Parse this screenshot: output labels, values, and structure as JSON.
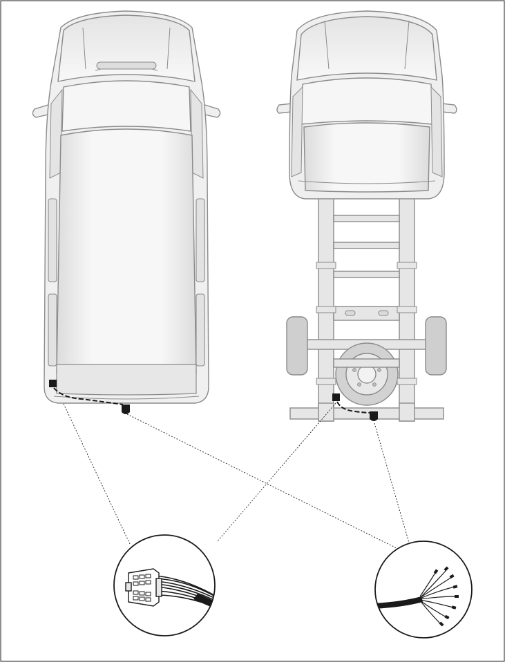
{
  "diagram": {
    "views": [
      "van-top-view",
      "chassis-cab-top-view"
    ],
    "callouts": [
      "connector-plug",
      "wire-harness-loose-ends"
    ],
    "colors": {
      "outline": "#8a8a8a",
      "body_fill": "#efefef",
      "panel_fill": "#e2e2e2",
      "frame_fill": "#e6e6e6",
      "tire_fill": "#cfcfcf",
      "black": "#1a1a1a",
      "frame_border": "#444444"
    }
  }
}
